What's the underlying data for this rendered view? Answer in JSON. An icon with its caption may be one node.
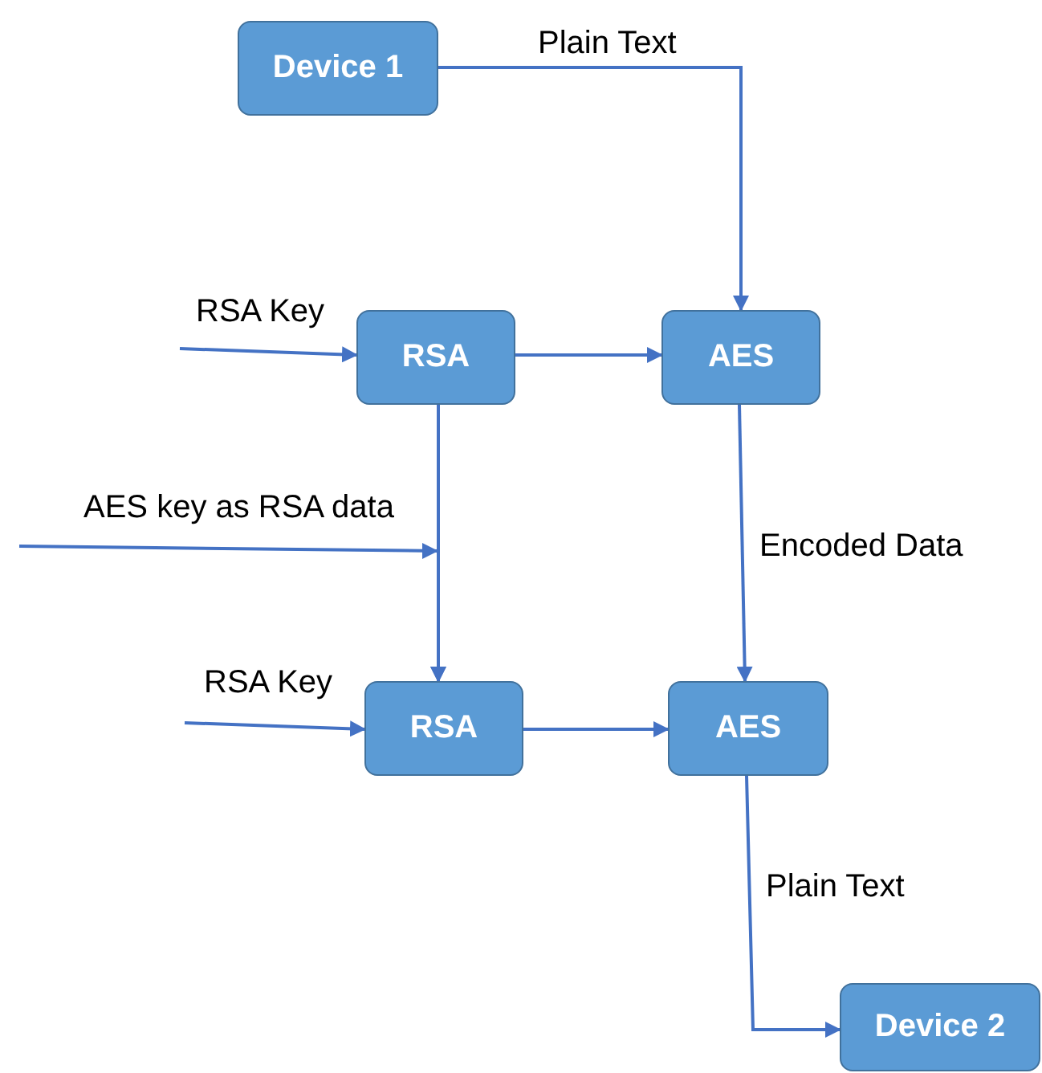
{
  "diagram": {
    "nodes": [
      {
        "text": [
          "Device 1"
        ]
      },
      {
        "text": [
          "RSA"
        ]
      },
      {
        "text": [
          "AES"
        ]
      },
      {
        "text": [
          "RSA"
        ]
      },
      {
        "text": [
          "AES"
        ]
      },
      {
        "text": [
          "Device 2"
        ]
      }
    ],
    "edges": [
      {
        "from": 0,
        "to": 2,
        "arrow": "to",
        "label": "Plain Text"
      },
      {
        "from": null,
        "to": 1,
        "arrow": "to",
        "label": "RSA Key"
      },
      {
        "from": 1,
        "to": 2,
        "arrow": "to"
      },
      {
        "from": 1,
        "to": 3,
        "arrow": "to"
      },
      {
        "from": null,
        "to": 3,
        "arrow": "to",
        "label": "AES key as RSA data"
      },
      {
        "from": null,
        "to": 3,
        "arrow": "to",
        "label": "RSA Key"
      },
      {
        "from": 2,
        "to": 4,
        "arrow": "to",
        "label": "Encoded Data"
      },
      {
        "from": 3,
        "to": 4,
        "arrow": "to"
      },
      {
        "from": 4,
        "to": 5,
        "arrow": "to",
        "label": "Plain Text"
      }
    ]
  }
}
